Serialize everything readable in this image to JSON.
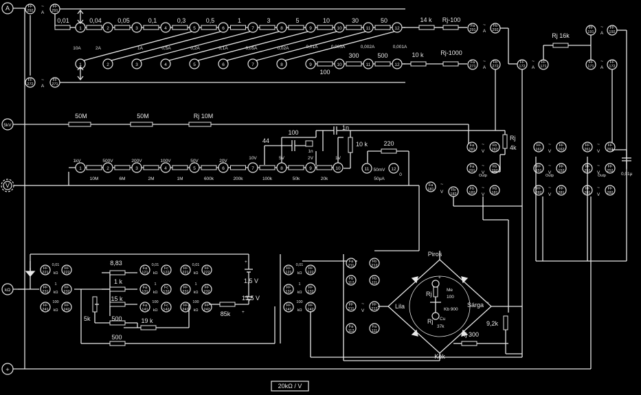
{
  "terminals": {
    "a": "A",
    "five_kv": "5kV",
    "v": "V",
    "kohm": "kΩ",
    "plus": "+"
  },
  "ff": "FF",
  "fa": "Fa",
  "fb": "Fb",
  "ac": "~",
  "unit_a": "A",
  "unit_v": "V",
  "current_chain": {
    "resistors": [
      "0,01",
      "0,04",
      "0,05",
      "0,1",
      "0,3",
      "0,5",
      "1",
      "3",
      "5",
      "10",
      "30",
      "50"
    ],
    "positions": [
      "1",
      "2",
      "3",
      "4",
      "5",
      "6",
      "7",
      "8",
      "9",
      "10",
      "11",
      "12"
    ],
    "range_labels": [
      "10A",
      "2A",
      "1A",
      "0,5A",
      "0,2A",
      "0,1A",
      "0,05A",
      "0,02A",
      "0,01A",
      "0,005A",
      "0,002A",
      "0,001A"
    ],
    "r14k": "14 k",
    "rj100": "Rj-100",
    "lower_resistors": [
      "100",
      "300",
      "500",
      "10 k"
    ],
    "rj1000": "Rj-1000",
    "ff_pairs": [
      "292",
      "291",
      "272",
      "271"
    ],
    "fa_fb": [
      "291",
      "292",
      "271",
      "272"
    ]
  },
  "kv_chain": {
    "r1": "50M",
    "r2": "50M",
    "r3": "Rj 10M"
  },
  "caps": {
    "c100": "100",
    "c44": "44",
    "c1n": "1n",
    "c1n_b": "1n"
  },
  "r10k": "10 k",
  "r220": "220",
  "rj4k": "Rj",
  "rj4k_val": "4k",
  "voltage_chain": {
    "positions": [
      "1",
      "2",
      "3",
      "4",
      "5",
      "6",
      "7",
      "8",
      "9",
      "10"
    ],
    "range_labels": [
      "1kV",
      "500V",
      "200V",
      "100V",
      "50V",
      "20V",
      "10V",
      "5V",
      "2V",
      "1V"
    ],
    "resistors": [
      "10M",
      "6M",
      "2M",
      "1M",
      "600k",
      "200k",
      "100k",
      "50k",
      "20k"
    ]
  },
  "pos11": "11",
  "pos12": "12",
  "range_50mv": "50mV",
  "range_50ua": "50μA",
  "zero": "0",
  "outp": "Outp",
  "rj16k": "Rj 16k",
  "cap_01u": "0,01μ",
  "ohm_section": {
    "r883": "8,83",
    "r1k": "1 k",
    "r15k": "15 k",
    "r500": "500",
    "r19k": "19 k",
    "r500b": "500",
    "pot5k": "5k",
    "r85k": "85k",
    "range_001": "0,01",
    "range_1": "1",
    "range_100": "100",
    "k_ohm": "kΩ",
    "bat15": "1,5 V",
    "bat135": "13,5 V",
    "plus": "+"
  },
  "meter": {
    "piros": "Piros",
    "lila": "Lila",
    "sarga": "Sárga",
    "kek": "Kék",
    "rj_top": "Rj",
    "me": "Me",
    "me_val": "100",
    "kb": "Kb 900",
    "rj_bot": "Rj",
    "cu": "Cu",
    "cu_val": "37k",
    "rj300": "Rj 300",
    "r92k": "9,2k",
    "plus": "+"
  },
  "sensitivity": "20kΩ / V"
}
